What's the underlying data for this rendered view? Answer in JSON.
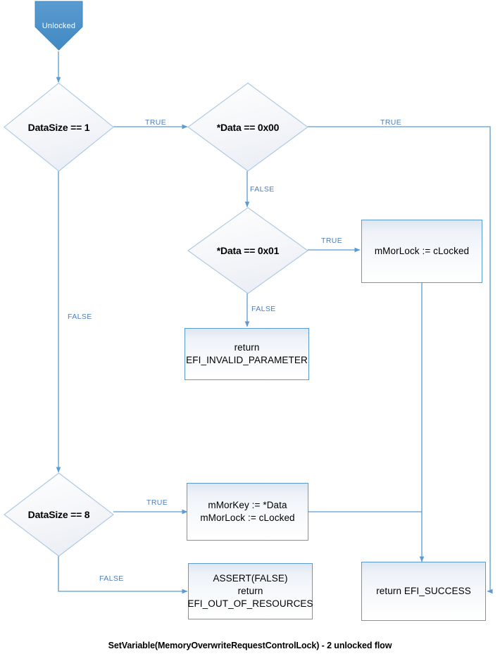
{
  "diagram": {
    "caption": "SetVariable(MemoryOverwriteRequestControlLock) - 2 unlocked flow",
    "colors": {
      "start_fill": "#4a90c8",
      "node_border": "#5b9bd1",
      "edge_stroke": "#5b9bd1",
      "edge_label": "#4a7ebb",
      "diamond_border": "#a9c7e3",
      "text": "#000000",
      "background": "#ffffff"
    },
    "nodes": {
      "start": {
        "label": "Unlocked",
        "type": "terminator"
      },
      "decision_datasize1": {
        "label": "DataSize == 1",
        "type": "decision"
      },
      "decision_data00": {
        "label": "*Data == 0x00",
        "type": "decision"
      },
      "decision_data01": {
        "label": "*Data == 0x01",
        "type": "decision"
      },
      "process_mmorlock_clocked": {
        "line1": "mMorLock := cLocked",
        "type": "process"
      },
      "process_return_invalid_parameter": {
        "line1": "return",
        "line2": "EFI_INVALID_PARAMETER",
        "type": "process"
      },
      "decision_datasize8": {
        "label": "DataSize == 8",
        "type": "decision"
      },
      "process_mmorkey_assign": {
        "line1": "mMorKey := *Data",
        "line2": "mMorLock := cLocked",
        "type": "process"
      },
      "process_assert_out_of_resources": {
        "line1": "ASSERT(FALSE)",
        "line2": "return",
        "line3": "EFI_OUT_OF_RESOURCES",
        "type": "process"
      },
      "process_return_success": {
        "line1": "return EFI_SUCCESS",
        "type": "process"
      }
    },
    "edges": [
      {
        "id": "start-to-datasize1",
        "from": "start",
        "to": "decision_datasize1",
        "label": ""
      },
      {
        "id": "datasize1-true",
        "from": "decision_datasize1",
        "to": "decision_data00",
        "label": "TRUE"
      },
      {
        "id": "datasize1-false",
        "from": "decision_datasize1",
        "to": "decision_datasize8",
        "label": "FALSE"
      },
      {
        "id": "data00-true",
        "from": "decision_data00",
        "to": "process_return_success",
        "label": "TRUE"
      },
      {
        "id": "data00-false",
        "from": "decision_data00",
        "to": "decision_data01",
        "label": "FALSE"
      },
      {
        "id": "data01-true",
        "from": "decision_data01",
        "to": "process_mmorlock_clocked",
        "label": "TRUE"
      },
      {
        "id": "data01-false",
        "from": "decision_data01",
        "to": "process_return_invalid_parameter",
        "label": "FALSE"
      },
      {
        "id": "mmorlock-to-success",
        "from": "process_mmorlock_clocked",
        "to": "process_return_success",
        "label": ""
      },
      {
        "id": "datasize8-true",
        "from": "decision_datasize8",
        "to": "process_mmorkey_assign",
        "label": "TRUE"
      },
      {
        "id": "datasize8-false",
        "from": "decision_datasize8",
        "to": "process_assert_out_of_resources",
        "label": "FALSE"
      },
      {
        "id": "mmorkey-to-success",
        "from": "process_mmorkey_assign",
        "to": "process_return_success",
        "label": ""
      }
    ],
    "edge_labels": {
      "datasize1_true": "TRUE",
      "datasize1_false": "FALSE",
      "data00_true": "TRUE",
      "data00_false": "FALSE",
      "data01_true": "TRUE",
      "data01_false": "FALSE",
      "datasize8_true": "TRUE",
      "datasize8_false": "FALSE"
    }
  }
}
